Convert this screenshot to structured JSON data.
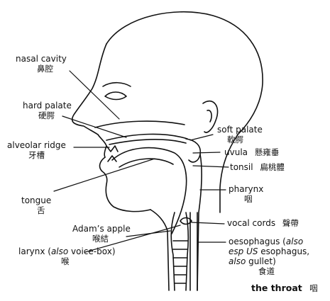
{
  "labels": {
    "nasal_cavity": {
      "en": "nasal cavity",
      "zh": "鼻腔"
    },
    "hard_palate": {
      "en": "hard palate",
      "zh": "硬腭"
    },
    "alveolar_ridge": {
      "en": "alveolar ridge",
      "zh": "牙槽"
    },
    "tongue": {
      "en": "tongue",
      "zh": "舌"
    },
    "adams_apple": {
      "en": "Adam’s apple",
      "zh": "喉結"
    },
    "larynx": {
      "en_pre": "larynx (",
      "en_italic": "also",
      "en_post": " voice-box)",
      "zh": "喉"
    },
    "soft_palate": {
      "en": "soft palate",
      "zh": "軟腭"
    },
    "uvula": {
      "en": "uvula",
      "zh": "懸雍垂"
    },
    "tonsil": {
      "en": "tonsil",
      "zh": "扁桃體"
    },
    "pharynx": {
      "en": "pharynx",
      "zh": "咽"
    },
    "vocal_cords": {
      "en": "vocal cords",
      "zh": "聲帶"
    },
    "oesophagus": {
      "line1_pre": "oesophagus (",
      "line1_italic": "also",
      "line2_italic": "esp US",
      "line2_post": " esophagus,",
      "line3_italic": "also",
      "line3_post": " gullet)",
      "zh": "食道"
    }
  },
  "title": {
    "en": "the throat",
    "zh": "咽"
  }
}
